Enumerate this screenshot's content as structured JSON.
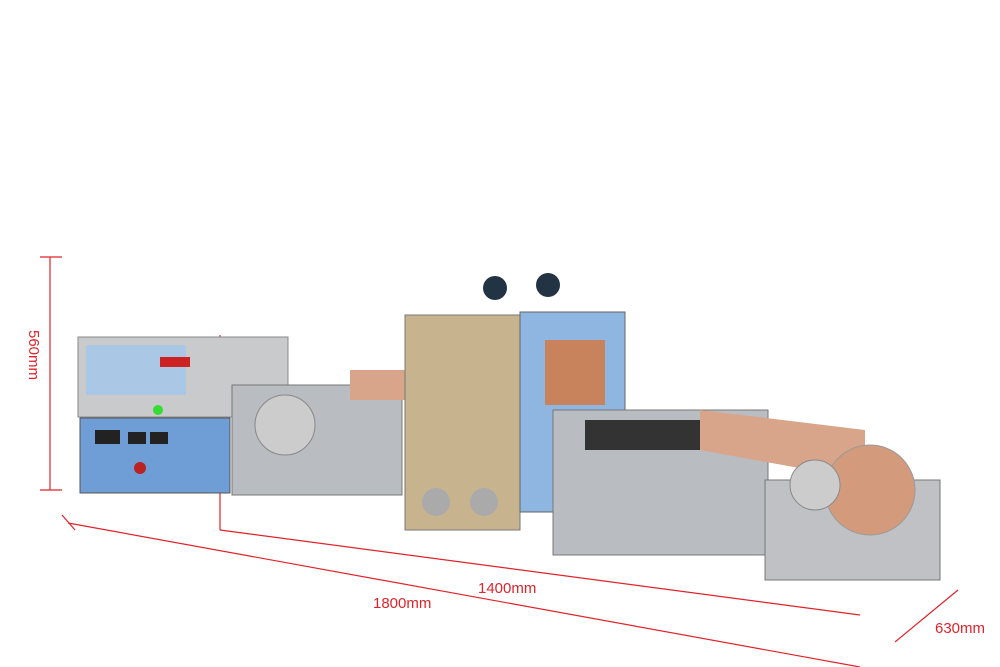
{
  "dimensions": {
    "height": "560mm",
    "depth": "630mm",
    "inner_length": "1400mm",
    "total_length": "1800mm"
  },
  "colors": {
    "dimension_line": "#e0232a",
    "copper_foil": "#d9a58a",
    "steel": "#b9bcc0",
    "blue_panel": "#8fb6e0",
    "gold_panel": "#c7b48f"
  }
}
